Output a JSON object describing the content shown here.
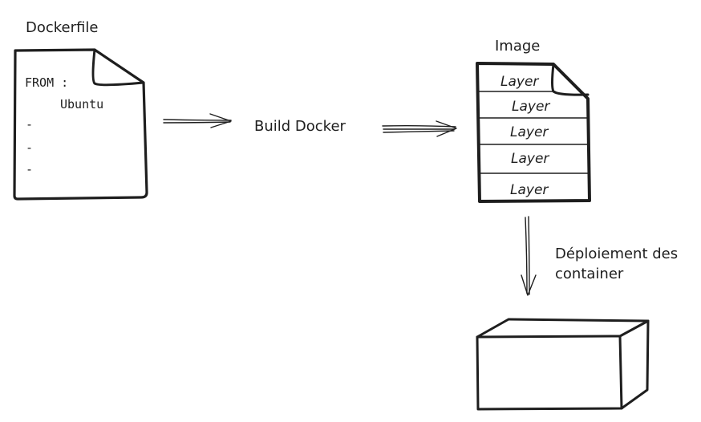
{
  "dockerfile": {
    "title": "Dockerfile",
    "line1": "FROM :",
    "line2": "Ubuntu",
    "bullets": [
      "-",
      "-",
      "-"
    ]
  },
  "build_label": "Build Docker",
  "image": {
    "title": "Image",
    "layers": [
      "Layer",
      "Layer",
      "Layer",
      "Layer",
      "Layer"
    ]
  },
  "deploy_label": {
    "line1": "Déploiement des",
    "line2": "container"
  },
  "colors": {
    "ink": "#1e1e1e",
    "background": "#ffffff"
  }
}
